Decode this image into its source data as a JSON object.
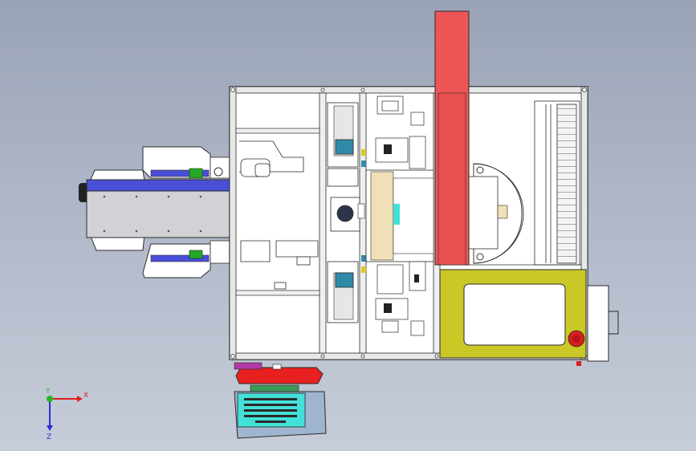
{
  "scene": {
    "background_top": "#9aa3b6",
    "background_bottom": "#c6ccd8",
    "colors": {
      "frame": "#ffffff",
      "outline": "#2a2a2a",
      "conveyor_belt": "#4a4fd8",
      "conveyor_body": "#d2d2d6",
      "pillar": "#ee5555",
      "control_panel": "#c9c826",
      "teal_block": "#2f8aa8",
      "keyboard_screen": "#43e0d8",
      "keyboard_base": "#9fb4cf",
      "emergency_stop": "#d81f1f",
      "wood": "#efe0b8",
      "green_accent": "#22aa22"
    }
  },
  "triad": {
    "x_label": "X",
    "y_label": "Y",
    "z_label": "Z",
    "x_color": "#e02020",
    "y_color": "#22b822",
    "z_color": "#2a2ad8"
  }
}
